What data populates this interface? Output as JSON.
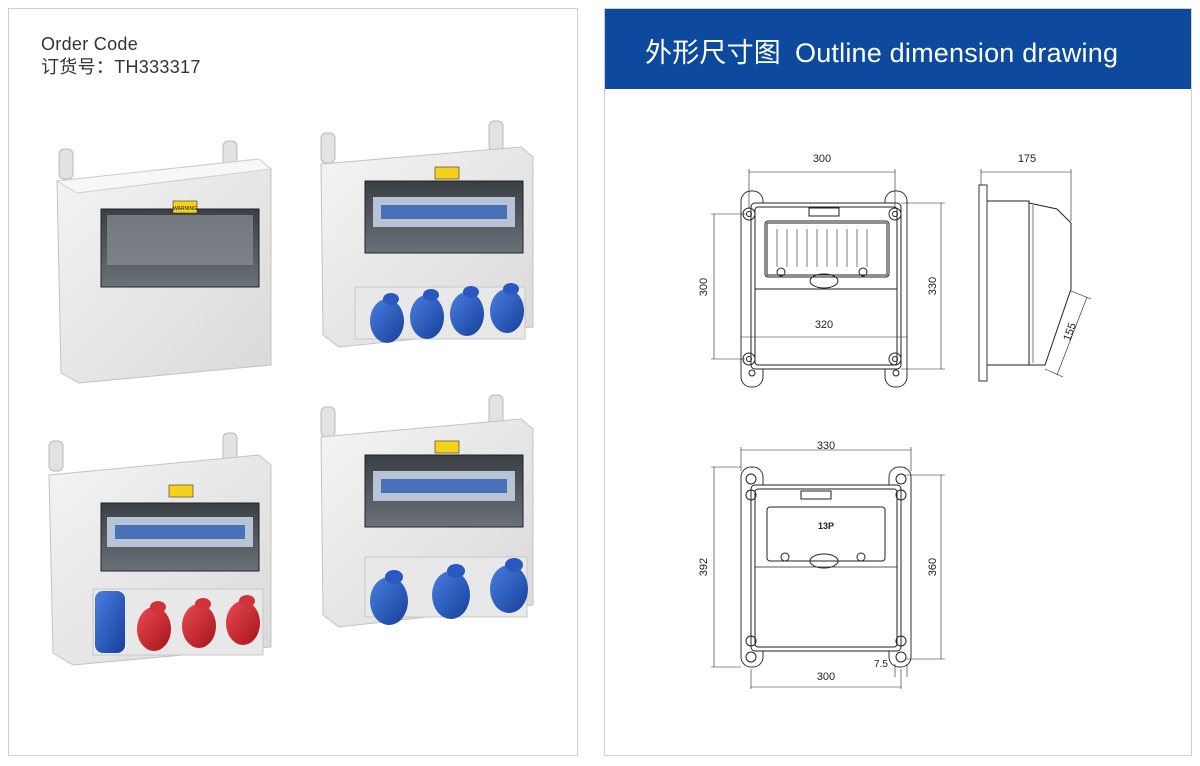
{
  "order": {
    "label": "Order Code",
    "code": "订货号：TH333317"
  },
  "products": {
    "warning_label": "WARNING"
  },
  "header": {
    "title_cn": "外形尺寸图",
    "title_en": "Outline dimension drawing"
  },
  "drawing1": {
    "dim_top": "300",
    "dim_left": "300",
    "dim_right": "330",
    "dim_inner": "320",
    "side_top": "175",
    "side_angle": "155"
  },
  "drawing2": {
    "dim_top": "330",
    "dim_left": "392",
    "dim_right": "360",
    "dim_bottom": "300",
    "dim_small": "7.5",
    "label": "13P"
  },
  "colors": {
    "banner": "#0d4a9e",
    "socket_blue": "#1d4fb3",
    "socket_red": "#c8222a",
    "warning_yellow": "#f4d21a"
  }
}
